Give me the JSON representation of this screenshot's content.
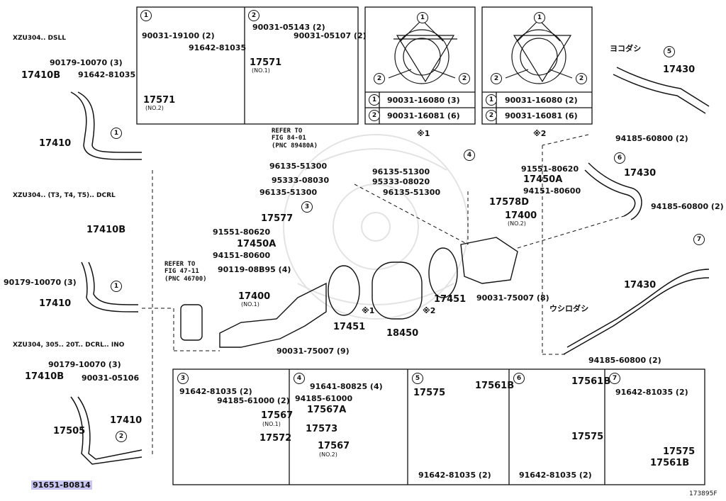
{
  "variants": {
    "dsll": "XZU304.. DSLL",
    "dcrl": "XZU304.. (T3, T4, T5).. DCRL",
    "ino": "XZU304, 305.. 20T.. DCRL.. INO"
  },
  "japanese": {
    "yokodashi": "ヨコダシ",
    "ushirodashi": "ウシロダシ"
  },
  "references": {
    "ref84": "REFER TO\nFIG 84-01\n(PNC 89480A)",
    "ref47": "REFER TO\nFIG 47-11\n(PNC 46700)"
  },
  "markers": {
    "m1": "※1",
    "m2": "※2"
  },
  "diagram_id": "173895F",
  "circled": [
    "1",
    "2",
    "3",
    "4",
    "5",
    "6",
    "7"
  ],
  "parts": {
    "p17410": "17410",
    "p17410B": "17410B",
    "p90179": "90179-10070 (3)",
    "p91642": "91642-81035",
    "p17505": "17505",
    "p91651": "91651-B0814",
    "p90031_05106": "90031-05106",
    "p90031_19100": "90031-19100 (2)",
    "p17571": "17571",
    "no1": "(NO.1)",
    "no2": "(NO.2)",
    "p90031_05143": "90031-05143 (2)",
    "p90031_05107": "90031-05107 (2)",
    "p90031_16080": "90031-16080 (3)",
    "p90031_16080b": "90031-16080 (2)",
    "p90031_16081": "90031-16081 (6)",
    "p17430": "17430",
    "p94185": "94185-60800 (2)",
    "p96135": "96135-51300",
    "p95333": "95333-08030",
    "p95333b": "95333-08020",
    "p17577": "17577",
    "p91551": "91551-80620",
    "p17450A": "17450A",
    "p94151": "94151-80600",
    "p17578D": "17578D",
    "p17400": "17400",
    "p90119": "90119-08B95 (4)",
    "p17451": "17451",
    "p18450": "18450",
    "p90031_75007_8": "90031-75007 (8)",
    "p90031_75007_9": "90031-75007 (9)",
    "p91642_2": "91642-81035 (2)",
    "p94185_61000": "94185-61000 (2)",
    "p17567": "17567",
    "p17572": "17572",
    "p91641": "91641-80825 (4)",
    "p94185_61000b": "94185-61000",
    "p17567A": "17567A",
    "p17573": "17573",
    "p17575": "17575",
    "p17561B": "17561B"
  }
}
